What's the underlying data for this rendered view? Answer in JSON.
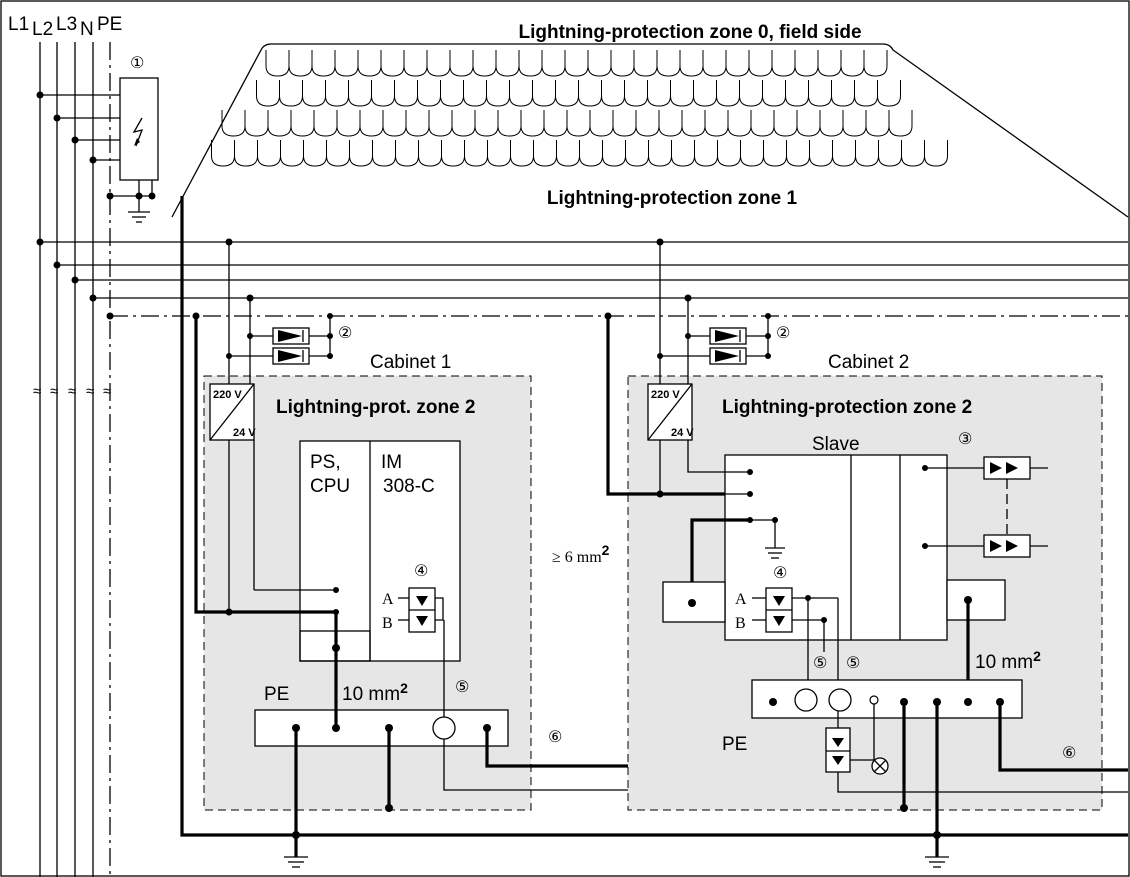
{
  "phases": {
    "l1": "L1",
    "l2": "L2",
    "l3": "L3",
    "n": "N",
    "pe": "PE"
  },
  "zones": {
    "zone0": "Lightning-protection zone 0, field side",
    "zone1": "Lightning-protection zone 1",
    "zone2_cabinet1": "Lightning-prot. zone 2",
    "zone2_cabinet2": "Lightning-protection zone 2"
  },
  "cabinets": {
    "cabinet1": "Cabinet 1",
    "cabinet2": "Cabinet 2"
  },
  "power_supply": {
    "in": "220 V",
    "out": "24 V"
  },
  "modules": {
    "ps_cpu_line1": "PS,",
    "ps_cpu_line2": "CPU",
    "im_line1": "IM",
    "im_line2": "308-C",
    "slave": "Slave",
    "terminal_a": "A",
    "terminal_b": "B"
  },
  "cables": {
    "cross_section_small": "≥ 6 mm",
    "cross_section_large": "10 mm",
    "superscript": "2",
    "pe_label": "PE"
  },
  "markers": {
    "m1": "①",
    "m2": "②",
    "m3": "③",
    "m4": "④",
    "m5": "⑤",
    "m6": "⑥"
  },
  "break_symbol": "≈"
}
